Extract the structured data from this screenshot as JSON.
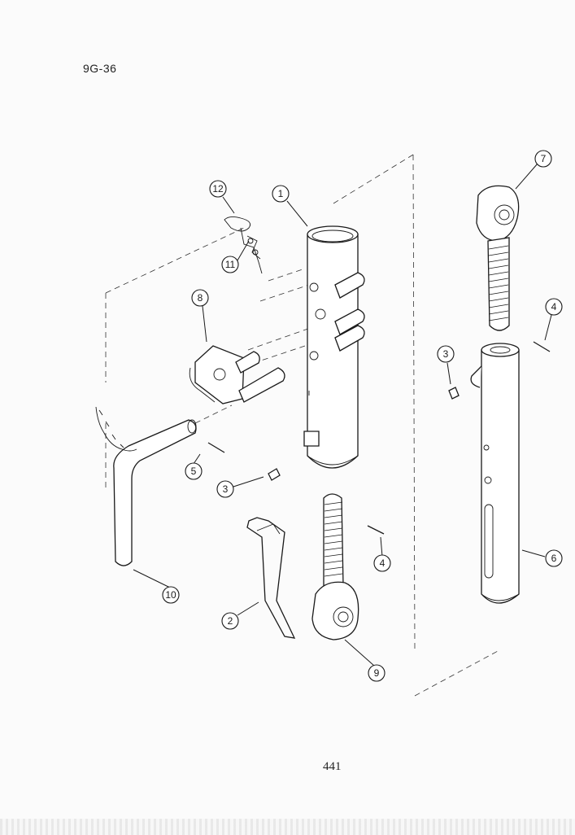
{
  "header": {
    "section_code": "9G-36"
  },
  "footer": {
    "page_number": "441"
  },
  "callouts": {
    "c1": "1",
    "c2": "2",
    "c3a": "3",
    "c3b": "3",
    "c4a": "4",
    "c4b": "4",
    "c5": "5",
    "c6": "6",
    "c7": "7",
    "c8": "8",
    "c9": "9",
    "c10": "10",
    "c11": "11",
    "c12": "12"
  },
  "colors": {
    "ink": "#1a1a1a",
    "paper": "#fbfbfb"
  }
}
